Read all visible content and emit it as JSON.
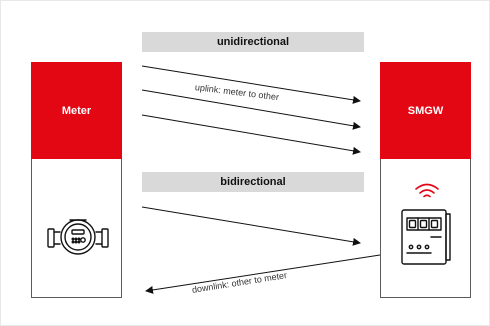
{
  "diagram": {
    "banners": {
      "unidirectional": "unidirectional",
      "bidirectional": "bidirectional"
    },
    "devices": {
      "meter": "Meter",
      "gateway": "SMGW"
    },
    "links": {
      "uplink": "uplink: meter to other",
      "downlink": "downlink: other to meter"
    },
    "icons": {
      "meter_device": "water-meter-icon",
      "gateway_device": "smart-meter-gateway-icon",
      "wireless": "wireless-signal-icon"
    },
    "colors": {
      "accent": "#e30613",
      "banner": "#d9d9d9",
      "line": "#111111"
    }
  }
}
